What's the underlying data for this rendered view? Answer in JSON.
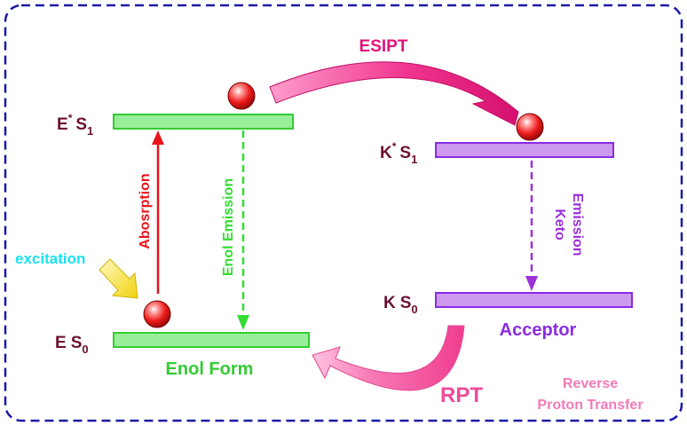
{
  "states": {
    "enol_excited": {
      "letter": "E",
      "star": "*",
      "s": "S",
      "sub": "1"
    },
    "enol_ground": {
      "letter": "E",
      "s": "S",
      "sub": "0"
    },
    "keto_excited": {
      "letter": "K",
      "star": "*",
      "s": "S",
      "sub": "1"
    },
    "keto_ground": {
      "letter": "K",
      "s": "S",
      "sub": "0"
    }
  },
  "labels": {
    "esipt": "ESIPT",
    "absorption": "Abosrption",
    "enol_emission": "Enol Emission",
    "keto_line1": "Keto",
    "keto_line2": "Emission",
    "excitation": "excitation",
    "enol_form": "Enol Form",
    "acceptor": "Acceptor",
    "rpt": "RPT",
    "reverse_line1": "Reverse",
    "reverse_line2": "Proton Transfer"
  },
  "colors": {
    "enol_level": "#99ee99",
    "enol_border": "#33cc33",
    "keto_level": "#cc99ee",
    "keto_border": "#8a2be2",
    "absorption": "#e8141c",
    "enol_emission": "#33dd33",
    "keto_emission": "#9b30d9",
    "esipt": "#e0147c",
    "rpt": "#ee4b9b",
    "excitation": "#19e3f2",
    "frame": "#1a1aa6",
    "state_label": "#6b1131"
  }
}
